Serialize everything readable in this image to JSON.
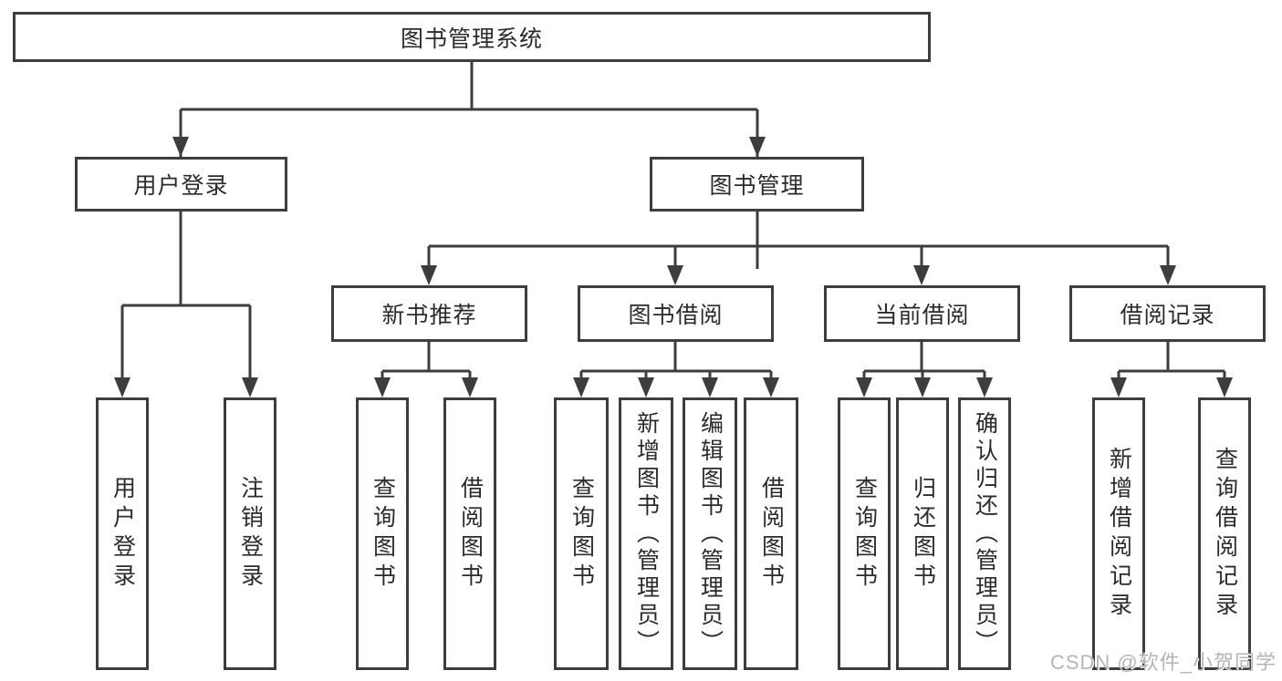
{
  "colors": {
    "line": "#3d3d3d",
    "text": "#2b2b2b",
    "box-bg": "#ffffff",
    "watermark": "#b5b5b5"
  },
  "watermark": {
    "text": "CSDN @软件_小贺同学"
  },
  "tree": {
    "root": {
      "label": "图书管理系统",
      "children": [
        {
          "label": "用户登录",
          "children": [
            {
              "label": "用户登录"
            },
            {
              "label": "注销登录"
            }
          ]
        },
        {
          "label": "图书管理",
          "children": [
            {
              "label": "新书推荐",
              "children": [
                {
                  "label": "查询图书"
                },
                {
                  "label": "借阅图书"
                }
              ]
            },
            {
              "label": "图书借阅",
              "children": [
                {
                  "label": "查询图书"
                },
                {
                  "label": "新增图书（管理员）"
                },
                {
                  "label": "编辑图书（管理员）"
                },
                {
                  "label": "借阅图书"
                }
              ]
            },
            {
              "label": "当前借阅",
              "children": [
                {
                  "label": "查询图书"
                },
                {
                  "label": "归还图书"
                },
                {
                  "label": "确认归还（管理员）"
                }
              ]
            },
            {
              "label": "借阅记录",
              "children": [
                {
                  "label": "新增借阅记录"
                },
                {
                  "label": "查询借阅记录"
                }
              ]
            }
          ]
        }
      ]
    }
  }
}
